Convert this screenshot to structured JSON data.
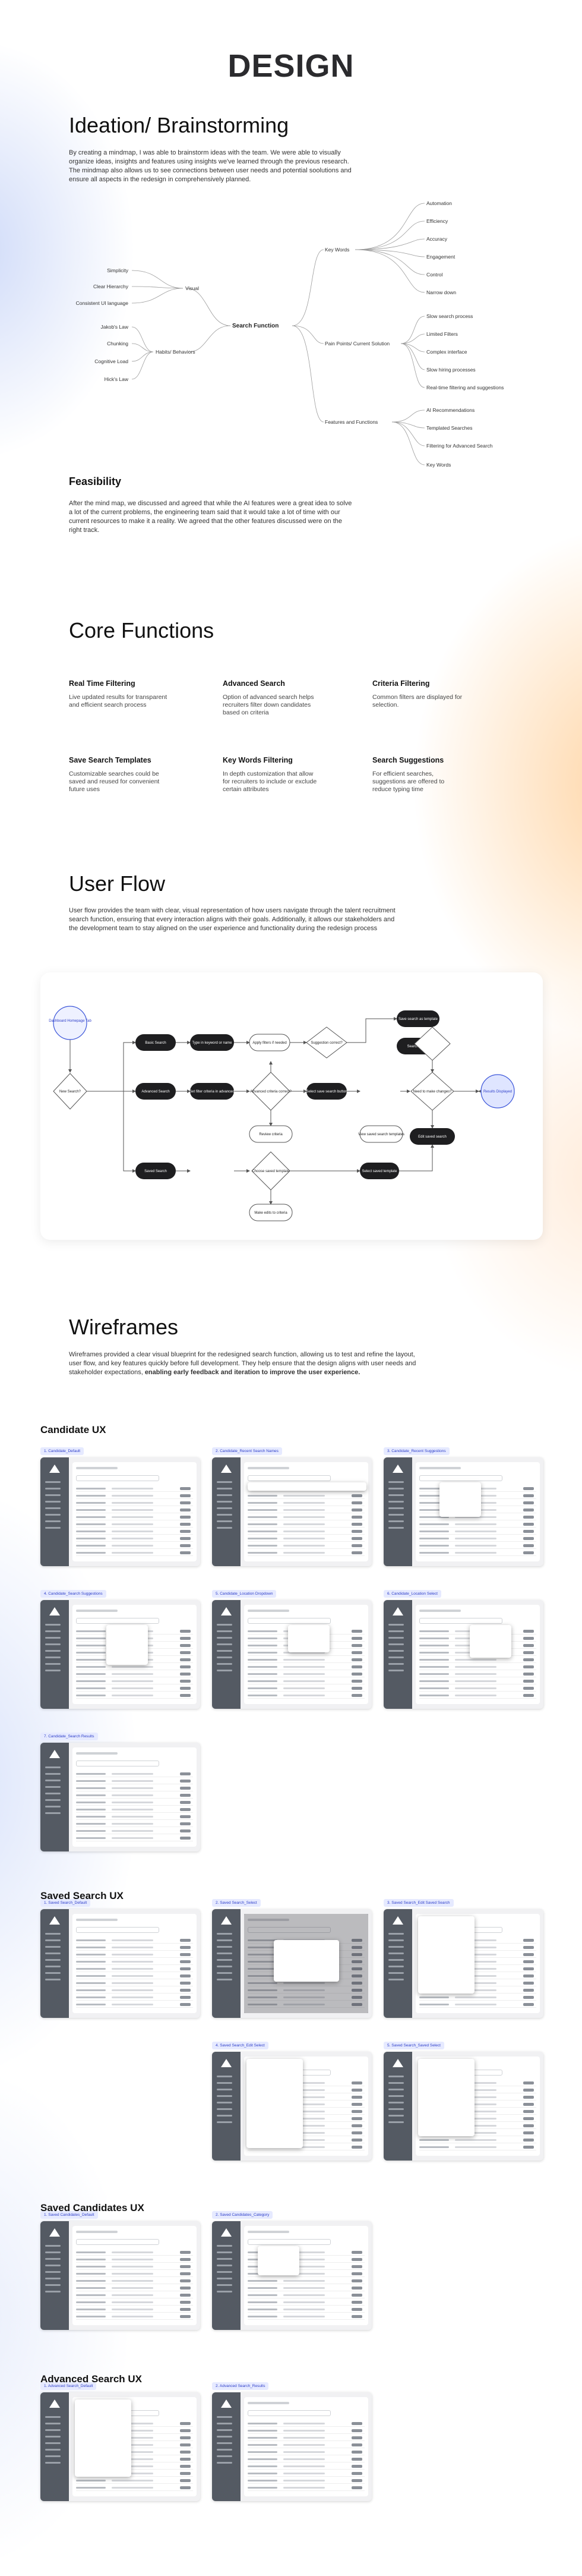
{
  "page_title": "DESIGN",
  "ideation": {
    "title": "Ideation/ Brainstorming",
    "body": "By creating a mindmap, I was able to brainstorm ideas with the team. We were able to visually organize ideas, insights and features using insights we've learned through the previous research. The mindmap also allows us to see connections between user needs and potential soolutions and ensure all aspects in the redesign in comprehensively planned."
  },
  "mindmap": {
    "center": "Search Function",
    "left_branches": [
      {
        "label": "Visual",
        "children": [
          "Simplicity",
          "Clear Hierarchy",
          "Consistent UI language"
        ]
      },
      {
        "label": "Habits/ Behaviors",
        "children": [
          "Jakob's Law",
          "Chunking",
          "Cognitive Load",
          "Hick's Law"
        ]
      }
    ],
    "right_branches": [
      {
        "label": "Key Words",
        "children": [
          "Automation",
          "Efficiency",
          "Accuracy",
          "Engagement",
          "Control",
          "Narrow down"
        ]
      },
      {
        "label": "Pain Points/ Current Solution",
        "children": [
          "Slow search process",
          "Limited Filters",
          "Complex interface",
          "Slow hiring processes",
          "Real-time filtering and suggestions"
        ]
      },
      {
        "label": "Features and Functions",
        "children": [
          "AI Recommendations",
          "Templated Searches",
          "Filtering for Advanced Search",
          "Key Words"
        ]
      }
    ]
  },
  "feasibility": {
    "title": "Feasibility",
    "body": "After the mind map, we discussed and agreed that while the AI features were a great idea to solve a lot of the current problems, the engineering team said that it would take a lot of time with our current resources to make it a reality. We agreed that the other features discussed were on the right track."
  },
  "core": {
    "title": "Core Functions",
    "items": [
      {
        "title": "Real Time Filtering",
        "desc": "Live updated results for transparent and efficient search process"
      },
      {
        "title": "Advanced Search",
        "desc": "Option of advanced search helps recruiters filter down candidates based on criteria"
      },
      {
        "title": "Criteria Filtering",
        "desc": "Common filters are displayed for selection."
      },
      {
        "title": "Save Search Templates",
        "desc": "Customizable searches could be saved and reused for convenient future uses"
      },
      {
        "title": "Key Words Filtering",
        "desc": "In depth customization that allow for recruiters to include or exclude certain attributes"
      },
      {
        "title": "Search Suggestions",
        "desc": "For efficient searches, suggestions are offered to reduce typing time"
      }
    ]
  },
  "userflow": {
    "title": "User Flow",
    "body": "User flow provides the team with clear, visual representation of how users navigate through the talent recruitment search function, ensuring that every interaction aligns with their goals. Additionally, it allows our stakeholders and the development team to stay aligned on the user experience and functionality during the redesign process",
    "nodes": {
      "start": "Dashboard Homepage Tab",
      "end": "Results Displayed",
      "decision_1": "New Search?",
      "basic_search": "Basic Search",
      "advanced_search": "Advanced Search",
      "saved_search": "Saved Search",
      "type_keywords": "Type in keyword or name",
      "set_filter": "Set filter criteria in advanced",
      "apply_filter": "Apply filters if needed",
      "advanced_correct": "Advanced criteria correct?",
      "suggestion_correct": "Suggestion correct?",
      "save_search_template": "Save search as template",
      "search_saved": "Search saved",
      "view_saved": "View saved search templates",
      "save_search_button": "Select save search button",
      "review_criteria": "Review criteria",
      "need_changes": "Need to make changes?",
      "edit_result": "Edit saved search",
      "choose_saved": "Choose saved template",
      "select_template": "Select saved template",
      "make_edits": "Make edits to criteria"
    }
  },
  "wireframes": {
    "title": "Wireframes",
    "body_plain": "Wireframes provided a clear visual blueprint for the redesigned search function, allowing us to test and refine the layout, user flow, and key features quickly before full development. They help ensure that the design aligns with user needs and stakeholder expectations, ",
    "body_bold": "enabling early feedback and iteration to improve the user experience.",
    "groups": [
      {
        "title": "Candidate UX",
        "frames": [
          "1. Candidate_Default",
          "2. Candidate_Recent Search Names",
          "3. Candidate_Recent Suggestions",
          "4. Candidate_Search Suggestions",
          "5. Candidate_Location Dropdown",
          "6. Candidate_Location Select",
          "7. Candidate_Search Results"
        ]
      },
      {
        "title": "Saved Search UX",
        "frames": [
          "1. Saved Search_Default",
          "2. Saved Search_Select",
          "3. Saved Search_Edit Saved Search",
          "4. Saved Search_Edit Select",
          "5. Saved Search_Saved Select"
        ]
      },
      {
        "title": "Saved Candidates UX",
        "frames": [
          "1. Saved Candidates_Default",
          "2. Saved Candidates_Category"
        ]
      },
      {
        "title": "Advanced Search UX",
        "frames": [
          "1. Advanced Search_Default",
          "2. Advanced Search_Results"
        ]
      }
    ]
  },
  "colors": {
    "accent": "#2d3ec9",
    "tab_bg": "#e6eaff",
    "node_dark": "#1e1e20",
    "start_node": "#3b55d9"
  }
}
